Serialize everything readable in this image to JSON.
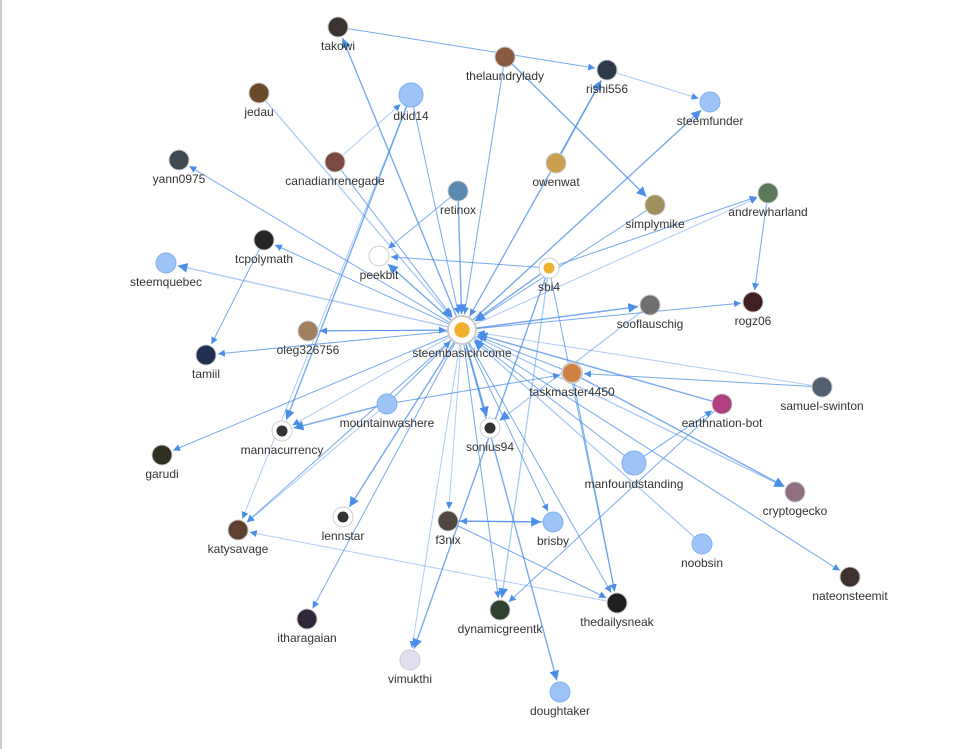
{
  "graph": {
    "center": "steembasicincome",
    "edge_color": "#4a8ee8",
    "placeholder_color": "#9dc3f7",
    "nodes": [
      {
        "id": "takowi",
        "avatar": "#3a3530",
        "kind": "photo"
      },
      {
        "id": "thelaundrylady",
        "avatar": "#8a5a40",
        "kind": "photo"
      },
      {
        "id": "rishi556",
        "avatar": "#2d3a4a",
        "kind": "photo"
      },
      {
        "id": "dkid14",
        "avatar": "#9dc3f7",
        "kind": "blank"
      },
      {
        "id": "jedau",
        "avatar": "#6b4a2a",
        "kind": "photo"
      },
      {
        "id": "steemfunder",
        "avatar": "#9dc3f7",
        "kind": "blank"
      },
      {
        "id": "canadianrenegade",
        "avatar": "#7a4a40",
        "kind": "photo"
      },
      {
        "id": "owenwat",
        "avatar": "#c8a050",
        "kind": "photo"
      },
      {
        "id": "yann0975",
        "avatar": "#404850",
        "kind": "photo"
      },
      {
        "id": "retinox",
        "avatar": "#5a8ab0",
        "kind": "photo"
      },
      {
        "id": "simplymike",
        "avatar": "#a09060",
        "kind": "photo"
      },
      {
        "id": "andrewharland",
        "avatar": "#5a7a5a",
        "kind": "photo"
      },
      {
        "id": "tcpolymath",
        "avatar": "#252525",
        "kind": "photo"
      },
      {
        "id": "peekbit",
        "avatar": "#ffffff",
        "kind": "photo"
      },
      {
        "id": "steemquebec",
        "avatar": "#9dc3f7",
        "kind": "blank"
      },
      {
        "id": "sbi4",
        "avatar": "#ffffff",
        "kind": "logo"
      },
      {
        "id": "sooflauschig",
        "avatar": "#707070",
        "kind": "photo"
      },
      {
        "id": "rogz06",
        "avatar": "#402020",
        "kind": "photo"
      },
      {
        "id": "steembasicincome",
        "avatar": "#ffffff",
        "kind": "logo"
      },
      {
        "id": "oleg326756",
        "avatar": "#a08060",
        "kind": "photo"
      },
      {
        "id": "tamiil",
        "avatar": "#203050",
        "kind": "photo"
      },
      {
        "id": "taskmaster4450",
        "avatar": "#d08040",
        "kind": "photo"
      },
      {
        "id": "samuel-swinton",
        "avatar": "#506070",
        "kind": "photo"
      },
      {
        "id": "mountainwashere",
        "avatar": "#9dc3f7",
        "kind": "blank"
      },
      {
        "id": "earthnation-bot",
        "avatar": "#b04080",
        "kind": "photo"
      },
      {
        "id": "mannacurrency",
        "avatar": "#ffffff",
        "kind": "logo"
      },
      {
        "id": "sonius94",
        "avatar": "#ffffff",
        "kind": "logo"
      },
      {
        "id": "garudi",
        "avatar": "#303020",
        "kind": "photo"
      },
      {
        "id": "manfoundstanding",
        "avatar": "#9dc3f7",
        "kind": "blank"
      },
      {
        "id": "cryptogecko",
        "avatar": "#907080",
        "kind": "photo"
      },
      {
        "id": "lennstar",
        "avatar": "#ffffff",
        "kind": "logo"
      },
      {
        "id": "katysavage",
        "avatar": "#604030",
        "kind": "photo"
      },
      {
        "id": "f3nix",
        "avatar": "#504840",
        "kind": "photo"
      },
      {
        "id": "brisby",
        "avatar": "#9dc3f7",
        "kind": "blank"
      },
      {
        "id": "noobsin",
        "avatar": "#9dc3f7",
        "kind": "blank"
      },
      {
        "id": "nateonsteemit",
        "avatar": "#403030",
        "kind": "photo"
      },
      {
        "id": "itharagaian",
        "avatar": "#302838",
        "kind": "photo"
      },
      {
        "id": "thedailysneak",
        "avatar": "#202020",
        "kind": "photo"
      },
      {
        "id": "dynamicgreentk",
        "avatar": "#304030",
        "kind": "photo"
      },
      {
        "id": "vimukthi",
        "avatar": "#e0e0f0",
        "kind": "photo"
      },
      {
        "id": "doughtaker",
        "avatar": "#9dc3f7",
        "kind": "blank"
      }
    ],
    "edges": [
      [
        "steembasicincome",
        "takowi"
      ],
      [
        "steembasicincome",
        "yann0975"
      ],
      [
        "steembasicincome",
        "tcpolymath"
      ],
      [
        "steembasicincome",
        "steemquebec"
      ],
      [
        "steembasicincome",
        "tamiil"
      ],
      [
        "steembasicincome",
        "garudi"
      ],
      [
        "steembasicincome",
        "peekbit"
      ],
      [
        "steembasicincome",
        "mannacurrency"
      ],
      [
        "steembasicincome",
        "katysavage"
      ],
      [
        "steembasicincome",
        "lennstar"
      ],
      [
        "steembasicincome",
        "itharagaian"
      ],
      [
        "steembasicincome",
        "f3nix"
      ],
      [
        "steembasicincome",
        "sonius94"
      ],
      [
        "steembasicincome",
        "dynamicgreentk"
      ],
      [
        "steembasicincome",
        "thedailysneak"
      ],
      [
        "steembasicincome",
        "cryptogecko"
      ],
      [
        "steembasicincome",
        "nateonsteemit"
      ],
      [
        "steembasicincome",
        "rogz06"
      ],
      [
        "steembasicincome",
        "sooflauschig"
      ],
      [
        "steembasicincome",
        "andrewharland"
      ],
      [
        "steembasicincome",
        "rishi556"
      ],
      [
        "steembasicincome",
        "steemfunder"
      ],
      [
        "steembasicincome",
        "brisby"
      ],
      [
        "steembasicincome",
        "vimukthi"
      ],
      [
        "steembasicincome",
        "doughtaker"
      ],
      [
        "steembasicincome",
        "oleg326756"
      ],
      [
        "dkid14",
        "steembasicincome"
      ],
      [
        "jedau",
        "steembasicincome"
      ],
      [
        "canadianrenegade",
        "steembasicincome"
      ],
      [
        "thelaundrylady",
        "steembasicincome"
      ],
      [
        "retinox",
        "steembasicincome"
      ],
      [
        "owenwat",
        "steembasicincome"
      ],
      [
        "simplymike",
        "steembasicincome"
      ],
      [
        "sbi4",
        "steembasicincome"
      ],
      [
        "taskmaster4450",
        "steembasicincome"
      ],
      [
        "samuel-swinton",
        "steembasicincome"
      ],
      [
        "earthnation-bot",
        "steembasicincome"
      ],
      [
        "mountainwashere",
        "steembasicincome"
      ],
      [
        "manfoundstanding",
        "steembasicincome"
      ],
      [
        "noobsin",
        "steembasicincome"
      ],
      [
        "oleg326756",
        "steembasicincome"
      ],
      [
        "retinox",
        "peekbit"
      ],
      [
        "dkid14",
        "mannacurrency"
      ],
      [
        "dkid14",
        "katysavage"
      ],
      [
        "tcpolymath",
        "tamiil"
      ],
      [
        "thelaundrylady",
        "simplymike"
      ],
      [
        "takowi",
        "rishi556"
      ],
      [
        "rishi556",
        "steemfunder"
      ],
      [
        "owenwat",
        "rishi556"
      ],
      [
        "andrewharland",
        "rogz06"
      ],
      [
        "sbi4",
        "andrewharland"
      ],
      [
        "sbi4",
        "dynamicgreentk"
      ],
      [
        "sbi4",
        "thedailysneak"
      ],
      [
        "mountainwashere",
        "taskmaster4450"
      ],
      [
        "mountainwashere",
        "mannacurrency"
      ],
      [
        "mountainwashere",
        "katysavage"
      ],
      [
        "manfoundstanding",
        "earthnation-bot"
      ],
      [
        "f3nix",
        "brisby"
      ],
      [
        "brisby",
        "f3nix"
      ],
      [
        "thedailysneak",
        "katysavage"
      ],
      [
        "taskmaster4450",
        "cryptogecko"
      ],
      [
        "taskmaster4450",
        "thedailysneak"
      ],
      [
        "samuel-swinton",
        "taskmaster4450"
      ],
      [
        "sooflauschig",
        "sonius94"
      ],
      [
        "earthnation-bot",
        "dynamicgreentk"
      ],
      [
        "f3nix",
        "thedailysneak"
      ],
      [
        "sbi4",
        "vimukthi"
      ],
      [
        "canadianrenegade",
        "dkid14"
      ],
      [
        "sbi4",
        "peekbit"
      ]
    ]
  }
}
